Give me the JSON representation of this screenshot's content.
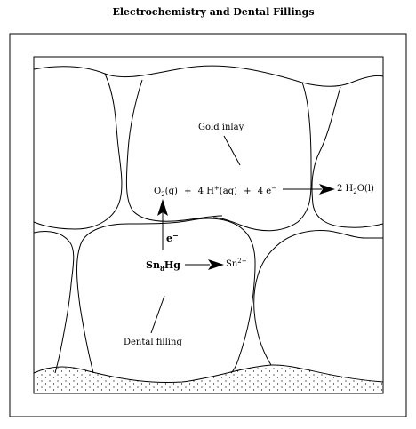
{
  "title": "Electrochemistry and Dental Fillings",
  "labels": {
    "gold_inlay": "Gold inlay",
    "dental_filling": "Dental filling",
    "amalgam": "Sn",
    "amalgam_sub": "8",
    "amalgam_hg": "Hg",
    "tin_ion": "Sn",
    "tin_ion_sup": "2+",
    "electron": "e",
    "electron_sup": "−"
  },
  "equation": {
    "o2": "O",
    "o2_sub": "2",
    "o2_state": "(g)",
    "plus1": "+",
    "hplus_coef": "4 H",
    "hplus_sup": "+",
    "hplus_state": "(aq)",
    "plus2": "+",
    "e_coef": "4 e",
    "e_sup": "−",
    "product_coef": "2 H",
    "product_sub": "2",
    "product_rest": "O(l)"
  }
}
